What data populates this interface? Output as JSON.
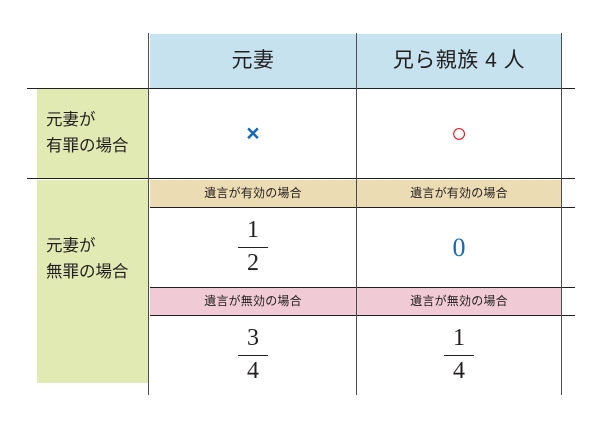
{
  "figure": {
    "type": "comparison-table",
    "colors": {
      "row_header_fill": "#e2eab4",
      "column_header_fill": "#c5e2ee",
      "band_valid_will_fill": "#ecdcb4",
      "band_invalid_will_fill": "#f0cbd5",
      "cross_mark": "#1769b8",
      "circle_mark": "#e8121b",
      "zero_value": "#1769b8",
      "rule": "#231f20"
    }
  },
  "column_headers": [
    {
      "label": "元妻"
    },
    {
      "label": "兄ら親族 4 人"
    }
  ],
  "rows": [
    {
      "header_line1": "元妻が",
      "header_line2": "有罪の場合",
      "cells": [
        {
          "kind": "mark",
          "value": "×",
          "icon": "cross-mark"
        },
        {
          "kind": "mark",
          "value": "○",
          "icon": "circle-mark"
        }
      ]
    },
    {
      "header_line1": "元妻が",
      "header_line2": "無罪の場合",
      "bands": [
        {
          "label_left": "遺言が有効の場合",
          "label_right": "遺言が有効の場合",
          "cells": [
            {
              "kind": "fraction",
              "numerator": "1",
              "denominator": "2"
            },
            {
              "kind": "scalar",
              "value": "0"
            }
          ]
        },
        {
          "label_left": "遺言が無効の場合",
          "label_right": "遺言が無効の場合",
          "cells": [
            {
              "kind": "fraction",
              "numerator": "3",
              "denominator": "4"
            },
            {
              "kind": "fraction",
              "numerator": "1",
              "denominator": "4"
            }
          ]
        }
      ]
    }
  ]
}
